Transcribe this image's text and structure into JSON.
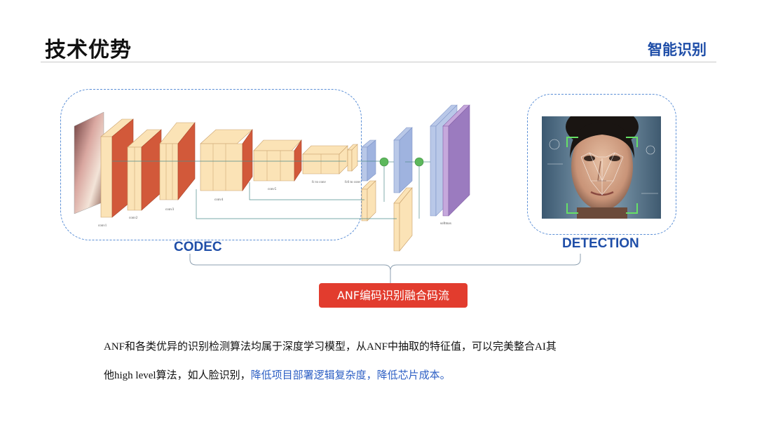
{
  "header": {
    "title": "技术优势",
    "section": "智能识别"
  },
  "diagram": {
    "codec_label": "CODEC",
    "detection_label": "DETECTION",
    "badge": "ANF编码识别融合码流",
    "layer_labels": [
      "conv1",
      "conv2",
      "conv3",
      "conv4",
      "conv5",
      "fc to conv",
      "fc6 to conv",
      "softmax"
    ],
    "colors": {
      "dashed_border": "#5b8fd6",
      "label_blue": "#1f4ea8",
      "badge_red": "#e23c2e",
      "conv_orange": "#d2593a",
      "conv_cream": "#fbe3b6",
      "deconv_blue": "#b9c8e8",
      "softmax_purple": "#9b7bbf",
      "node_green": "#5cb85c"
    }
  },
  "description": {
    "line1": "ANF和各类优异的识别检测算法均属于深度学习模型，从ANF中抽取的特征值，可以完美整合AI其",
    "line2_plain": "他high level算法，如人脸识别，",
    "line2_highlight": "降低项目部署逻辑复杂度，降低芯片成本。"
  }
}
